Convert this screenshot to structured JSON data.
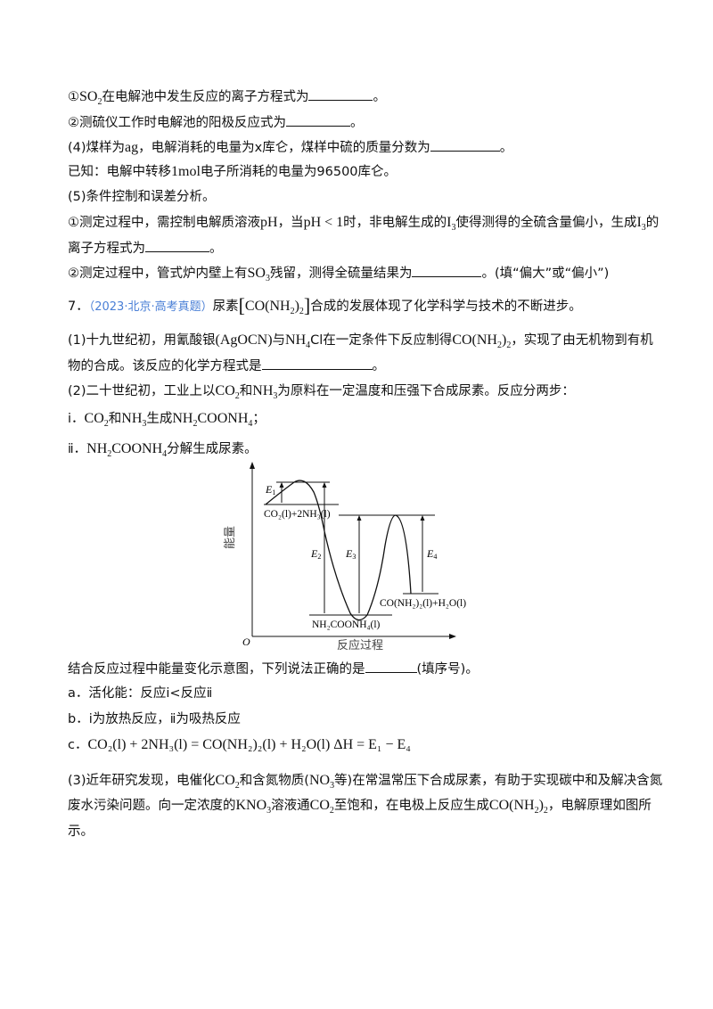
{
  "lines": {
    "l1_a": "①",
    "l1_so2": "SO",
    "l1_b": "在电解池中发生反应的离子方程式为",
    "l1_end": "。",
    "l2": "②测硫仪工作时电解池的阳极反应式为",
    "l2_end": "。",
    "l3_a": "(4)煤样为",
    "l3_ag": "ag",
    "l3_b": "，电解消耗的电量为x库仑，煤样中硫的质量分数为",
    "l3_end": "。",
    "l4_a": "已知：电解中转移",
    "l4_mol": "1mol",
    "l4_b": "电子所消耗的电量为96500库仑。",
    "l5": "(5)条件控制和误差分析。",
    "l6_a": "①测定过程中，需控制电解质溶液",
    "l6_ph": "pH",
    "l6_b": "，当",
    "l6_cond": "pH < 1",
    "l6_c": "时，非电解生成的",
    "l6_i3": "I",
    "l6_d": "使得测得的全硫含量偏小，生成",
    "l6_e": "的",
    "l7": "离子方程式为",
    "l7_end": "。",
    "l8_a": "②测定过程中，管式炉内壁上有",
    "l8_so3": "SO",
    "l8_b": "残留，测得全硫量结果为",
    "l8_c": "。(填“偏大”或“偏小”)",
    "q7_num": "7．",
    "q7_src": "（2023·北京·高考真题）",
    "q7_a": "尿素",
    "q7_formula": "CO(NH",
    "q7_b": "合成的发展体现了化学科学与技术的不断进步。",
    "p1_a": "(1)十九世纪初，用氰酸银",
    "p1_agocn": "AgOCN",
    "p1_b": "与",
    "p1_nh4cl": "NH",
    "p1_c": "Cl在一定条件下反应制得",
    "p1_d": "，实现了由无机物到有机",
    "p1_2": "物的合成。该反应的化学方程式是",
    "p1_2end": "。",
    "p2_a": "(2)二十世纪初，工业上以",
    "p2_co2": "CO",
    "p2_b": "和",
    "p2_nh3": "NH",
    "p2_c": "为原料在一定温度和压强下合成尿素。反应分两步：",
    "s1_a": "ⅰ．",
    "s1_b": "和",
    "s1_c": "生成",
    "s1_d": "NH",
    "s1_e": "COONH",
    "s1_f": "；",
    "s2_a": "ⅱ．",
    "s2_b": "分解生成尿素。",
    "combine_a": "结合反应过程中能量变化示意图，下列说法正确的是",
    "combine_b": "(填序号)。",
    "opt_a": "a．活化能：反应ⅰ<反应ⅱ",
    "opt_b": "b．ⅰ为放热反应，ⅱ为吸热反应",
    "opt_c_lbl": "c．",
    "opt_c_eq": "CO₂(l) + 2NH₃(l) = CO(NH₂)₂(l) + H₂O(l) ΔH = E₁ − E₄",
    "p3_a": "(3)近年研究发现，电催化",
    "p3_b": "和含氮物质(",
    "p3_no3": "NO",
    "p3_c": "等)在常温常压下合成尿素，有助于实现碳中和及解决含氮",
    "p3_2a": "废水污染问题。向一定浓度的",
    "p3_kno3": "KNO",
    "p3_2b": "溶液通",
    "p3_2c": "至饱和，在电极上反应生成",
    "p3_2d": "，电解原理如图所",
    "p3_3": "示。"
  },
  "diagram": {
    "ylabel": "能量",
    "xlabel": "反应过程",
    "origin": "O",
    "e1": "E",
    "e2": "E",
    "e3": "E",
    "e4": "E",
    "state1": "CO₂(l)+2NH₃(l)",
    "state2": "NH₂COONH₄(l)",
    "state3": "CO(NH₂)₂(l)+H₂O(l)"
  }
}
